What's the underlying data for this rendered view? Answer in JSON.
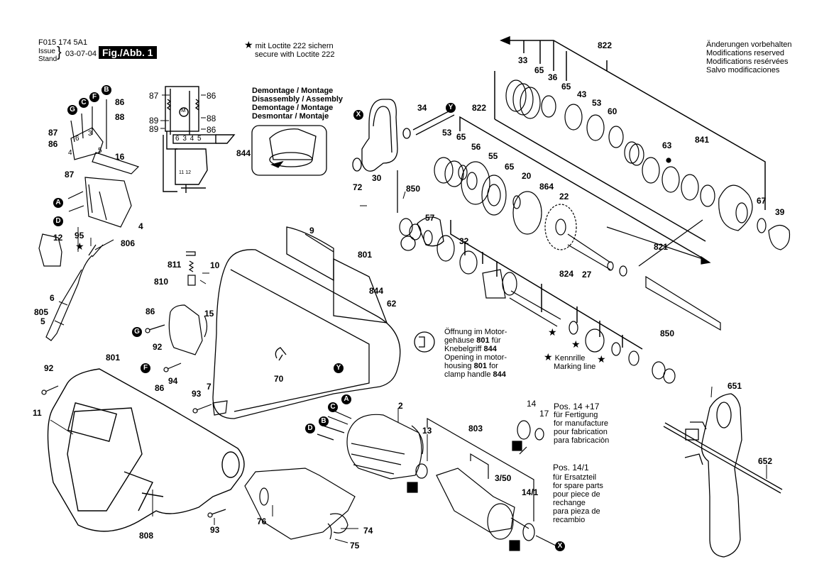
{
  "header": {
    "doc_number": "F015 174 5A1",
    "issue_label_1": "Issue",
    "issue_label_2": "Stand",
    "issue_date": "03-07-04",
    "figure": "Fig./Abb. 1"
  },
  "loctite_note": {
    "star": "★",
    "line1": "mit Loctite 222 sichern",
    "line2": "secure with Loctite 222"
  },
  "modifications_note": [
    "Änderungen vorbehalten",
    "Modifications reserved",
    "Modifications resérvées",
    "Salvo modificaciones"
  ],
  "disassembly_note": [
    "Demontage / Montage",
    "Disassembly / Assembly",
    "Demontage / Montage",
    "Desmontar / Montaje"
  ],
  "opening_note": {
    "line1": "Öffnung im Motor-",
    "line2a": "gehäuse ",
    "line2b": "801",
    "line2c": " für",
    "line3a": "Knebelgriff  ",
    "line3b": "844",
    "line4": "Opening in motor-",
    "line5a": "housing ",
    "line5b": "801",
    "line5c": " for",
    "line6a": "clamp handle ",
    "line6b": "844"
  },
  "marking_note": {
    "star": "★",
    "line1": "Kennrille",
    "line2": "Marking line"
  },
  "pos14_17_note": [
    "Pos. 14 +17",
    "für Fertigung",
    "for manufacture",
    "pour fabrication",
    "para fabricaciòn"
  ],
  "pos14_1_note": [
    "Pos. 14/1",
    "für Ersatzteil",
    "for spare parts",
    "pour piece de",
    "rechange",
    "para pieza de",
    "recambio"
  ],
  "wiring": {
    "terminals": "6 3 4 5",
    "motor": "M",
    "labels": {
      "l87": "87",
      "l89a": "89",
      "l89b": "89",
      "r86a": "86",
      "r88": "88",
      "r86b": "86"
    },
    "bottom_terminals": "11 12"
  },
  "connectors": [
    "A",
    "B",
    "C",
    "D",
    "F",
    "G",
    "X",
    "Y"
  ],
  "parts": {
    "p2": "2",
    "p4": "4",
    "p5": "5",
    "p6": "6",
    "p7": "7",
    "p9": "9",
    "p10": "10",
    "p11": "11",
    "p12": "12",
    "p13": "13",
    "p14": "14",
    "p14_1": "14/1",
    "p15": "15",
    "p16": "16",
    "p17": "17",
    "p20": "20",
    "p22": "22",
    "p27": "27",
    "p30": "30",
    "p32": "32",
    "p33": "33",
    "p34": "34",
    "p36": "36",
    "p39": "39",
    "p3_50": "3/50",
    "p43": "43",
    "p53a": "53",
    "p53b": "53",
    "p55": "55",
    "p56": "56",
    "p57": "57",
    "p60": "60",
    "p62": "62",
    "p63": "63",
    "p65a": "65",
    "p65b": "65",
    "p65c": "65",
    "p65d": "65",
    "p67": "67",
    "p70": "70",
    "p72": "72",
    "p74": "74",
    "p75": "75",
    "p76": "76",
    "p86a": "86",
    "p86b": "86",
    "p86c": "86",
    "p87a": "87",
    "p87b": "87",
    "p88": "88",
    "p92a": "92",
    "p92b": "92",
    "p93a": "93",
    "p93b": "93",
    "p94": "94",
    "p95": "95",
    "p651": "651",
    "p652": "652",
    "p801a": "801",
    "p801b": "801",
    "p803": "803",
    "p805": "805",
    "p806": "806",
    "p808": "808",
    "p810": "810",
    "p811": "811",
    "p821": "821",
    "p822a": "822",
    "p822b": "822",
    "p824": "824",
    "p841": "841",
    "p844a": "844",
    "p844b": "844",
    "p850a": "850",
    "p850b": "850",
    "p864": "864",
    "sw3": "3",
    "sw4": "4",
    "sw5": "5",
    "sw6": "6"
  }
}
